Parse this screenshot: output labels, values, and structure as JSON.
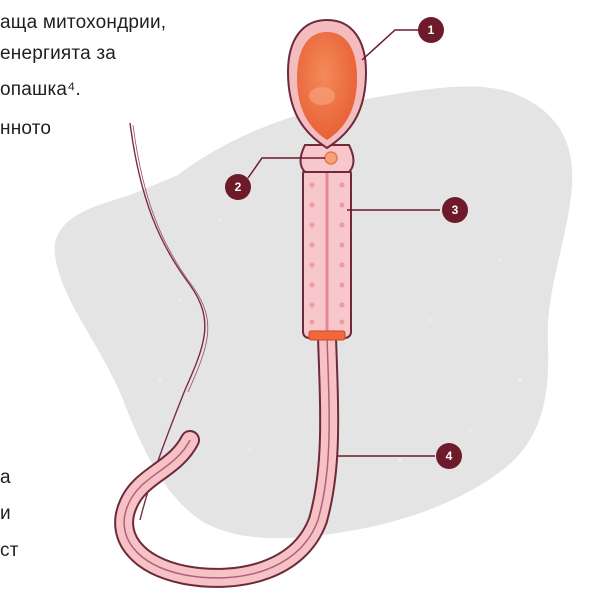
{
  "text_lines": [
    "аща митохондрии,",
    "енергията за",
    "опашка⁴.",
    "нното",
    "а",
    "и",
    "ст"
  ],
  "markers": [
    "1",
    "2",
    "3",
    "4"
  ],
  "colors": {
    "background_blob": "#e4e4e4",
    "head_outline": "#f5bcc0",
    "nucleus": "#ea6a3c",
    "midpiece": "#f7c7cc",
    "tail_outer": "#6e2a3a",
    "tail_inner": "#f6c2c6",
    "marker": "#6d1a2a"
  }
}
